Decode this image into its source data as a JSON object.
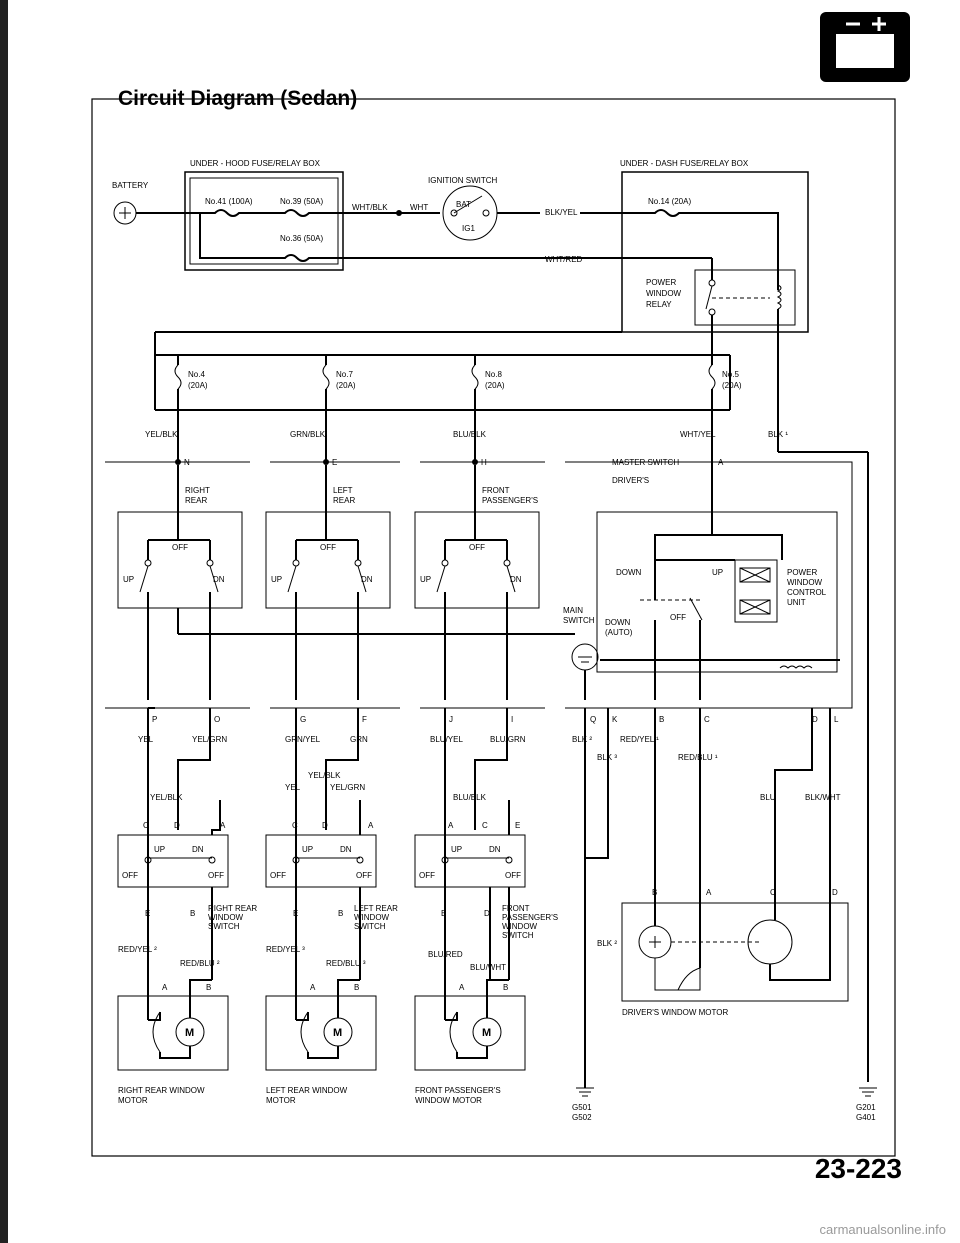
{
  "title": "Circuit Diagram (Sedan)",
  "page_number": "23-223",
  "watermark": "carmanualsonline.info",
  "labels": {
    "battery": "BATTERY",
    "underhood_box": "UNDER - HOOD FUSE/RELAY BOX",
    "underdash_box": "UNDER - DASH FUSE/RELAY BOX",
    "ignition_switch": "IGNITION SWITCH",
    "bat": "BAT",
    "ig1": "IG1",
    "fuse41": "No.41 (100A)",
    "fuse39": "No.39 (50A)",
    "fuse36": "No.36 (50A)",
    "fuse14": "No.14 (20A)",
    "fuse4": "No.4",
    "fuse7": "No.7",
    "fuse8": "No.8",
    "fuse5": "No.5",
    "amp20": "(20A)",
    "power_window_relay": [
      "POWER",
      "WINDOW",
      "RELAY"
    ],
    "master_switch": "MASTER SWITCH",
    "drivers": "DRIVER'S",
    "right_rear": [
      "RIGHT",
      "REAR"
    ],
    "left_rear": [
      "LEFT",
      "REAR"
    ],
    "front_passengers": [
      "FRONT",
      "PASSENGER'S"
    ],
    "main_switch": [
      "MAIN",
      "SWITCH"
    ],
    "control_unit": [
      "POWER",
      "WINDOW",
      "CONTROL",
      "UNIT"
    ],
    "off": "OFF",
    "up": "UP",
    "dn": "DN",
    "down": "DOWN",
    "down_auto": [
      "DOWN",
      "(AUTO)"
    ],
    "rr_switch": [
      "RIGHT REAR",
      "WINDOW",
      "SWITCH"
    ],
    "lr_switch": [
      "LEFT REAR",
      "WINDOW",
      "SWITCH"
    ],
    "fp_switch": [
      "FRONT",
      "PASSENGER'S",
      "WINDOW",
      "SWITCH"
    ],
    "rr_motor": [
      "RIGHT REAR WINDOW",
      "MOTOR"
    ],
    "lr_motor": [
      "LEFT REAR WINDOW",
      "MOTOR"
    ],
    "fp_motor": [
      "FRONT PASSENGER'S",
      "WINDOW MOTOR"
    ],
    "driver_motor": "DRIVER'S WINDOW MOTOR",
    "ground1": [
      "G501",
      "G502"
    ],
    "ground2": [
      "G201",
      "G401"
    ]
  },
  "wires": {
    "wht_blk": "WHT/BLK",
    "wht": "WHT",
    "blk_yel": "BLK/YEL",
    "wht_red": "WHT/RED",
    "yel_blk": "YEL/BLK",
    "grn_blk": "GRN/BLK",
    "blu_blk": "BLU/BLK",
    "wht_yel": "WHT/YEL",
    "blk1": "BLK ¹",
    "yel": "YEL",
    "yel_grn": "YEL/GRN",
    "grn_yel": "GRN/YEL",
    "grn": "GRN",
    "blu_yel": "BLU/YEL",
    "blu_grn": "BLU/GRN",
    "blk2": "BLK ²",
    "blk3": "BLK ³",
    "red_yel1": "RED/YEL ¹",
    "red_blu1": "RED/BLU ¹",
    "blu": "BLU",
    "blk_wht": "BLK/WHT",
    "red_yel2": "RED/YEL ²",
    "red_blu2": "RED/BLU ²",
    "red_yel3": "RED/YEL ³",
    "red_blu3": "RED/BLU ³",
    "blu_red": "BLU/RED",
    "blu_wht": "BLU/WHT"
  },
  "terminals": {
    "N": "N",
    "E": "E",
    "H": "H",
    "A": "A",
    "P": "P",
    "O": "O",
    "G": "G",
    "F": "F",
    "J": "J",
    "I": "I",
    "Q": "Q",
    "K": "K",
    "B": "B",
    "C": "C",
    "D": "D",
    "L": "L"
  },
  "switch_pins": {
    "rr_top": [
      "C",
      "D",
      "A"
    ],
    "lr_top": [
      "C",
      "D",
      "A"
    ],
    "fp_top": [
      "A",
      "C",
      "E"
    ],
    "rr_bottom": [
      "E",
      "B"
    ],
    "lr_bottom": [
      "E",
      "B"
    ],
    "fp_bottom": [
      "B",
      "D"
    ],
    "motor": [
      "A",
      "B"
    ],
    "driver_motor": [
      "B",
      "A",
      "C",
      "D"
    ]
  }
}
